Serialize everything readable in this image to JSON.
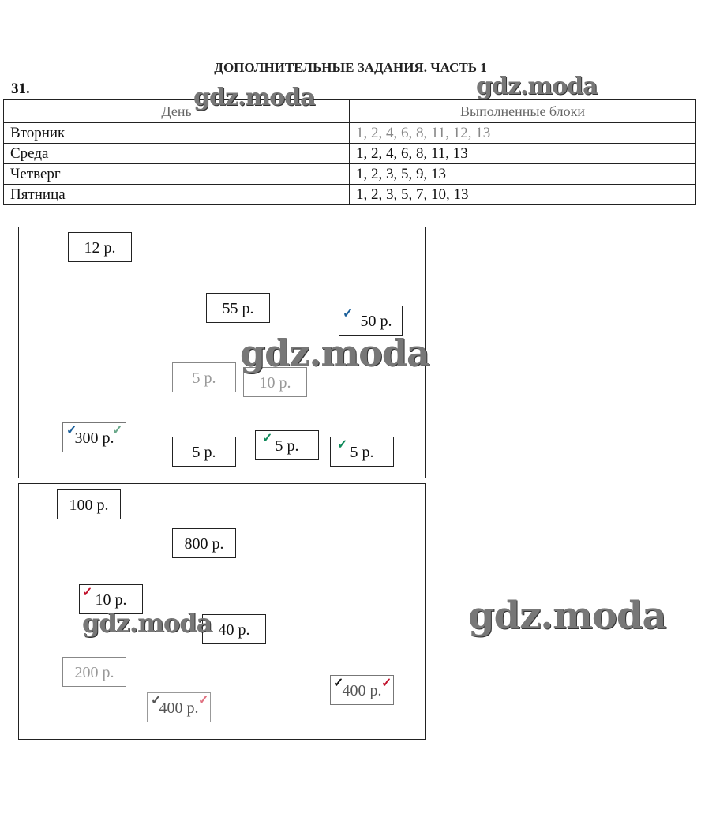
{
  "header": {
    "title": "ДОПОЛНИТЕЛЬНЫЕ ЗАДАНИЯ. ЧАСТЬ 1",
    "task_number": "31."
  },
  "table": {
    "columns": [
      "День",
      "Выполненные блоки"
    ],
    "rows": [
      [
        "Вторник",
        "1, 2, 4, 6, 8, 11, 12, 13"
      ],
      [
        "Среда",
        "1, 2, 4, 6, 8, 11, 13"
      ],
      [
        "Четверг",
        "1, 2, 3, 5, 9, 13"
      ],
      [
        "Пятница",
        "1, 2, 3, 5, 7, 10, 13"
      ]
    ]
  },
  "panel1": [
    "12 р.",
    "55 р.",
    "50 р.",
    "5 р.",
    "10 р.",
    "300 р.",
    "5 р.",
    "5 р.",
    "5 р."
  ],
  "panel2": [
    "100 р.",
    "800 р.",
    "10 р.",
    "40 р.",
    "200 р.",
    "400 р.",
    "400 р."
  ],
  "check_mark": "✓",
  "watermark": "gdz.moda",
  "colors": {
    "blue": "#1a5f9a",
    "green": "#0f8a5a",
    "red": "#c0102a",
    "pink": "#e07080"
  }
}
